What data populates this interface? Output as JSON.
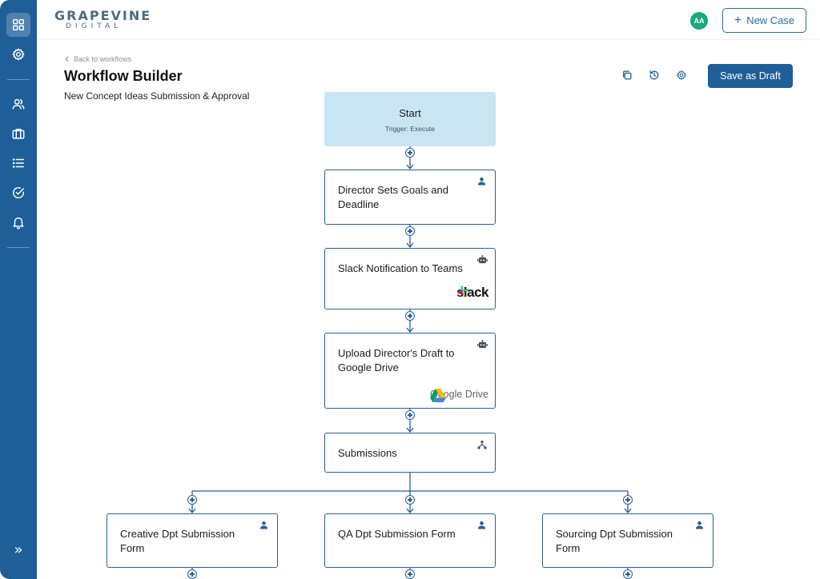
{
  "app": {
    "logo_main": "GRAPEVINE",
    "logo_sub": "DIGITAL",
    "avatar_initials": "AA",
    "new_case_label": "New Case"
  },
  "sidebar": {
    "items": [
      {
        "icon": "dashboard-icon",
        "active": true
      },
      {
        "icon": "gear-icon"
      },
      {
        "icon": "users-icon"
      },
      {
        "icon": "briefcase-icon"
      },
      {
        "icon": "list-icon"
      },
      {
        "icon": "check-circle-icon"
      },
      {
        "icon": "bell-icon"
      }
    ],
    "expand_icon": "double-chevron-right-icon"
  },
  "page": {
    "back_label": "Back to workflows",
    "title": "Workflow Builder",
    "subtitle": "New Concept Ideas Submission & Approval",
    "toolbar_icons": [
      "copy-icon",
      "history-icon",
      "gear-icon"
    ],
    "save_label": "Save as Draft"
  },
  "workflow": {
    "start": {
      "title": "Start",
      "trigger": "Trigger: Execute"
    },
    "nodes": [
      {
        "label": "Director Sets Goals and Deadline",
        "icon": "user-icon"
      },
      {
        "label": "Slack Notification to Teams",
        "icon": "robot-icon",
        "integration": "slack"
      },
      {
        "label": "Upload Director's Draft to Google Drive",
        "icon": "robot-icon",
        "integration": "Google Drive"
      },
      {
        "label": "Submissions",
        "icon": "branch-icon"
      }
    ],
    "branches": [
      {
        "label": "Creative Dpt Submission Form",
        "icon": "user-icon"
      },
      {
        "label": "QA Dpt Submission Form",
        "icon": "user-icon"
      },
      {
        "label": "Sourcing Dpt Submission Form",
        "icon": "user-icon"
      }
    ]
  },
  "colors": {
    "sidebar": "#1f5f99",
    "accent": "#2a6aa6",
    "start_node": "#c9e5f3",
    "avatar": "#1aa979"
  }
}
